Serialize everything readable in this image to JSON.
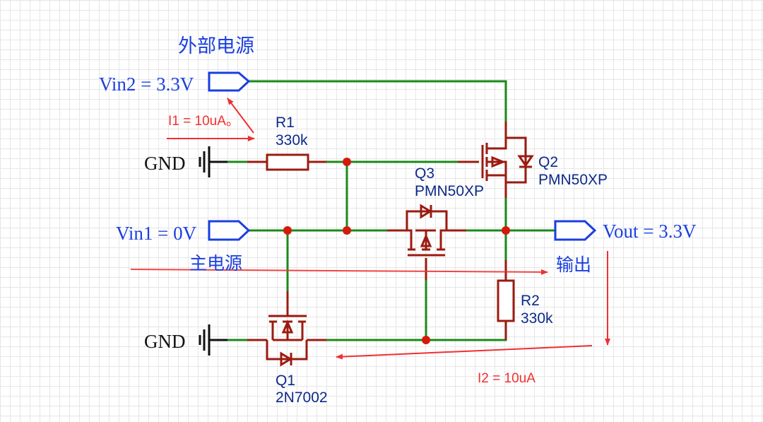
{
  "title": "Power switching circuit with MOSFETs",
  "colors": {
    "wire": "#1a8a1a",
    "component": "#9b1b10",
    "port": "#1a3fe0",
    "label_text": "#1a3fe0",
    "designator_text": "#0d2a8a",
    "annotation": "#f03030",
    "junction": "#d41a0a",
    "ground": "#111111"
  },
  "labels": {
    "external_supply": "外部电源",
    "main_supply": "主电源",
    "output": "输出"
  },
  "ports": {
    "vin2": "Vin2 = 3.3V",
    "vin1": "Vin1 = 0V",
    "vout": "Vout = 3.3V"
  },
  "grounds": [
    {
      "label": "GND"
    },
    {
      "label": "GND"
    }
  ],
  "components": {
    "r1": {
      "ref": "R1",
      "value": "330k"
    },
    "r2": {
      "ref": "R2",
      "value": "330k"
    },
    "q1": {
      "ref": "Q1",
      "value": "2N7002"
    },
    "q2": {
      "ref": "Q2",
      "value": "PMN50XP"
    },
    "q3": {
      "ref": "Q3",
      "value": "PMN50XP"
    }
  },
  "annotations": {
    "i1": "I1 = 10uA。",
    "i2": "I2 = 10uA"
  }
}
